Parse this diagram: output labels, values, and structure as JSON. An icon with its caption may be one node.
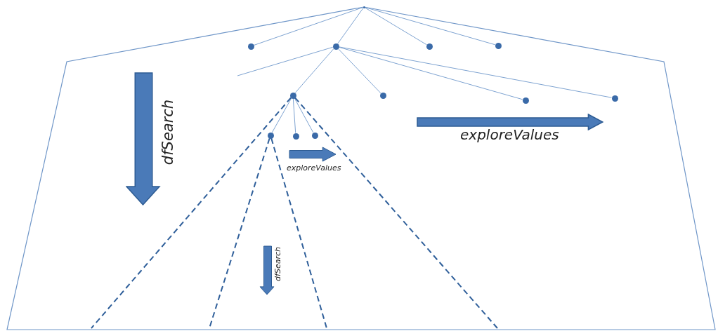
{
  "diagram": {
    "nodes": [
      {
        "text": [],
        "shape": "circle"
      },
      {
        "text": [],
        "shape": "circle"
      },
      {
        "text": [],
        "shape": "circle"
      },
      {
        "text": [],
        "shape": "circle"
      },
      {
        "text": [],
        "shape": "circle"
      },
      {
        "text": [],
        "shape": "circle"
      },
      {
        "text": [],
        "shape": "circle"
      },
      {
        "text": [],
        "shape": "circle"
      },
      {
        "text": [],
        "shape": "circle"
      },
      {
        "text": [],
        "shape": "circle"
      },
      {
        "text": [],
        "shape": "circle"
      },
      {
        "text": [],
        "shape": "circle"
      }
    ],
    "edges": [
      {
        "from": 0,
        "to": 1,
        "arrow": "none"
      },
      {
        "from": 0,
        "to": 2,
        "arrow": "none"
      },
      {
        "from": 0,
        "to": 3,
        "arrow": "none"
      },
      {
        "from": 0,
        "to": 4,
        "arrow": "none"
      },
      {
        "from": 2,
        "to": null,
        "arrow": "none"
      },
      {
        "from": 2,
        "to": 5,
        "arrow": "none"
      },
      {
        "from": 2,
        "to": 6,
        "arrow": "none"
      },
      {
        "from": 2,
        "to": 7,
        "arrow": "none"
      },
      {
        "from": 2,
        "to": 8,
        "arrow": "none"
      },
      {
        "from": 5,
        "to": 9,
        "arrow": "none"
      },
      {
        "from": 5,
        "to": 10,
        "arrow": "none"
      },
      {
        "from": 5,
        "to": 11,
        "arrow": "none"
      },
      {
        "from": 5,
        "to": null,
        "arrow": "none",
        "style": "dashed",
        "color": "#2f5f9a"
      },
      {
        "from": 5,
        "to": null,
        "arrow": "none",
        "style": "dashed",
        "color": "#2f5f9a"
      },
      {
        "from": 9,
        "to": null,
        "arrow": "none",
        "style": "dashed",
        "color": "#2f5f9a"
      },
      {
        "from": 9,
        "to": null,
        "arrow": "none",
        "style": "dashed",
        "color": "#2f5f9a"
      }
    ],
    "labels": [
      "dfSearch",
      "exploreValues",
      "exploreValues",
      "dfSearch"
    ]
  }
}
